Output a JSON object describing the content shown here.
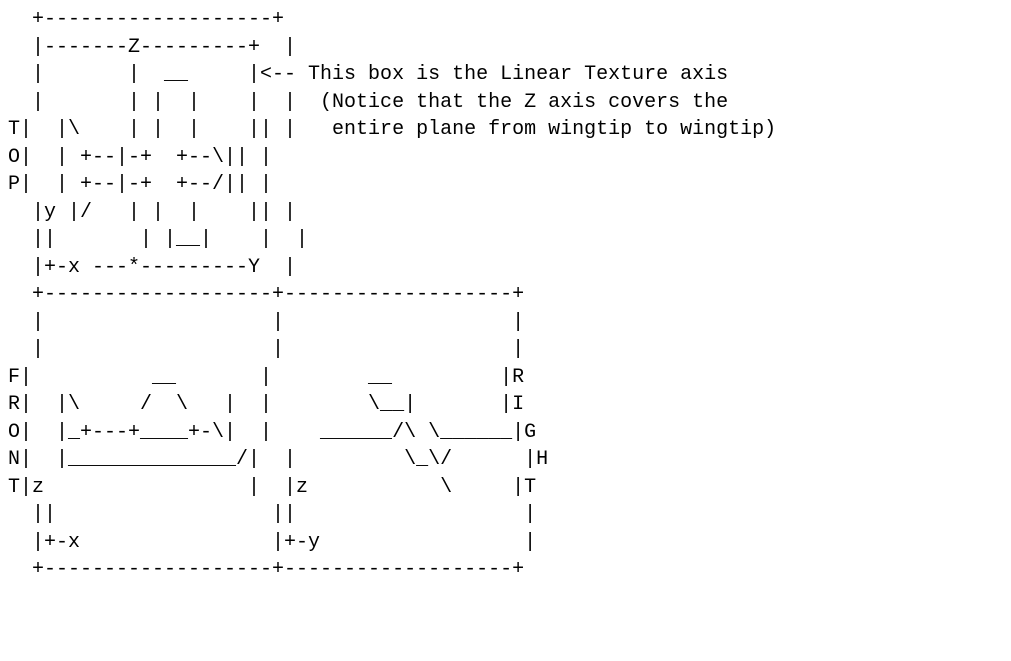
{
  "diagram": {
    "lines": [
      "  +-------------------+",
      "  |-------Z---------+  |",
      "  |       |  __     |<-- This box is the Linear Texture axis",
      "  |       | |  |    |  |  (Notice that the Z axis covers the",
      "T|  |\\    | |  |    || |   entire plane from wingtip to wingtip)",
      "O|  | +--|-+  +--\\|| |",
      "P|  | +--|-+  +--/|| |",
      "  |y |/   | |  |    || |",
      "  ||       | |__|    |  |",
      "  |+-x ---*---------Y  |",
      "  +-------------------+-------------------+",
      "  |                   |                   |",
      "  |                   |                   |",
      "F|          __       |        __         |R",
      "R|  |\\     /  \\   |  |        \\__|       |I",
      "O|  |_+---+____+-\\|  |    ______/\\ \\______|G",
      "N|  |______________/|  |         \\_\\/      |H",
      "T|z                 |  |z           \\     |T",
      "  ||                  ||                   |",
      "  |+-x                |+-y                 |",
      "  +-------------------+-------------------+"
    ]
  }
}
